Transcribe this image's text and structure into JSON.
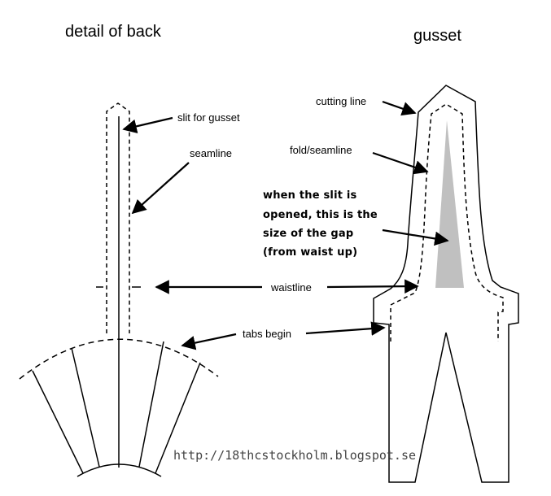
{
  "titles": {
    "back": "detail of back",
    "gusset": "gusset"
  },
  "labels": {
    "slit": "slit for gusset",
    "seamline": "seamline",
    "cutting_line": "cutting line",
    "fold_seamline": "fold/seamline",
    "gap_note": [
      "when the slit is",
      "opened, this is the",
      "size of the gap",
      "(from waist up)"
    ],
    "waistline": "waistline",
    "tabs_begin": "tabs begin"
  },
  "watermark": "http://18thcstockholm.blogspot.se",
  "colors": {
    "line": "#000000",
    "gap_fill": "#c0c0c0",
    "watermark": "#444444"
  }
}
